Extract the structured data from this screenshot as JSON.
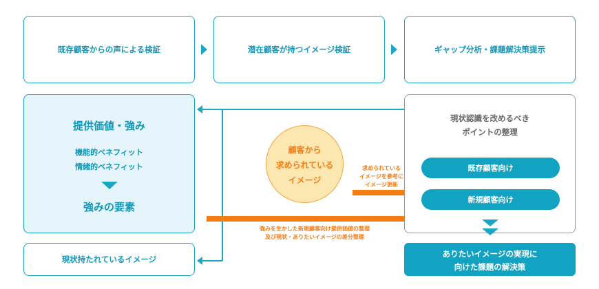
{
  "top_steps": [
    "既存顧客からの声による検証",
    "潜在顧客が持つイメージ検証",
    "ギャップ分析・課題解決策提示"
  ],
  "left_panel": {
    "title": "提供価値・強み",
    "line1": "機能的ベネフィット",
    "line2": "情緒的ベネフィット",
    "bottom": "強みの要素"
  },
  "current_image": "現状持たれているイメージ",
  "circle": {
    "line1": "顧客から",
    "line2": "求められている",
    "line3": "イメージ"
  },
  "orange_labels": {
    "upper_1": "求められている",
    "upper_2": "イメージを参考に",
    "upper_3": "イメージ更新",
    "lower_1": "強みを生かした新規顧客向け提供価値の整理",
    "lower_2": "及び現状・ありたいイメージの差分整理"
  },
  "right_panel": {
    "title_1": "現状認識を改めるべき",
    "title_2": "ポイントの整理",
    "pill_existing": "既存顧客向け",
    "pill_new": "新規顧客向け"
  },
  "solution": {
    "line1": "ありたいイメージの実現に",
    "line2": "向けた課題の解決策"
  },
  "colors": {
    "teal": "#1aa7c4",
    "orange": "#f47d12",
    "circle_fill": "#fde7b0",
    "circle_border": "#f6a23a"
  }
}
